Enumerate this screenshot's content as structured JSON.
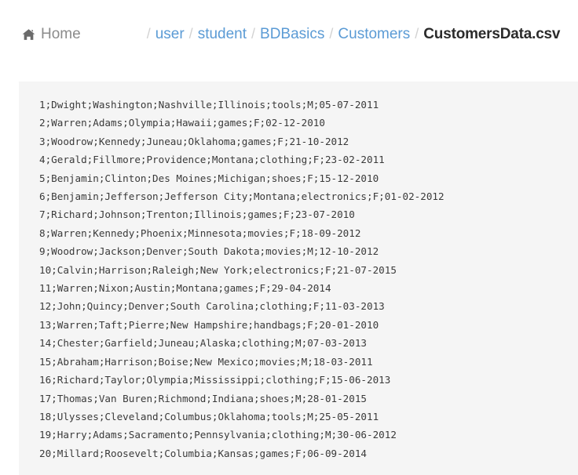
{
  "breadcrumb": {
    "home_icon": "home-icon",
    "home_label": "Home",
    "separator": "/",
    "items": [
      {
        "label": "user",
        "current": false
      },
      {
        "label": "student",
        "current": false
      },
      {
        "label": "BDBasics",
        "current": false
      },
      {
        "label": "Customers",
        "current": false
      },
      {
        "label": "CustomersData.csv",
        "current": true
      }
    ],
    "link_color": "#5b9bd5",
    "current_color": "#2b2b2b",
    "separator_color": "#d2d2d2"
  },
  "file_view": {
    "background_color": "#f5f5f5",
    "text_color": "#3a3a3a",
    "delimiter": ";",
    "lines": [
      "1;Dwight;Washington;Nashville;Illinois;tools;M;05-07-2011",
      "2;Warren;Adams;Olympia;Hawaii;games;F;02-12-2010",
      "3;Woodrow;Kennedy;Juneau;Oklahoma;games;F;21-10-2012",
      "4;Gerald;Fillmore;Providence;Montana;clothing;F;23-02-2011",
      "5;Benjamin;Clinton;Des Moines;Michigan;shoes;F;15-12-2010",
      "6;Benjamin;Jefferson;Jefferson City;Montana;electronics;F;01-02-2012",
      "7;Richard;Johnson;Trenton;Illinois;games;F;23-07-2010",
      "8;Warren;Kennedy;Phoenix;Minnesota;movies;F;18-09-2012",
      "9;Woodrow;Jackson;Denver;South Dakota;movies;M;12-10-2012",
      "10;Calvin;Harrison;Raleigh;New York;electronics;F;21-07-2015",
      "11;Warren;Nixon;Austin;Montana;games;F;29-04-2014",
      "12;John;Quincy;Denver;South Carolina;clothing;F;11-03-2013",
      "13;Warren;Taft;Pierre;New Hampshire;handbags;F;20-01-2010",
      "14;Chester;Garfield;Juneau;Alaska;clothing;M;07-03-2013",
      "15;Abraham;Harrison;Boise;New Mexico;movies;M;18-03-2011",
      "16;Richard;Taylor;Olympia;Mississippi;clothing;F;15-06-2013",
      "17;Thomas;Van Buren;Richmond;Indiana;shoes;M;28-01-2015",
      "18;Ulysses;Cleveland;Columbus;Oklahoma;tools;M;25-05-2011",
      "19;Harry;Adams;Sacramento;Pennsylvania;clothing;M;30-06-2012",
      "20;Millard;Roosevelt;Columbia;Kansas;games;F;06-09-2014"
    ]
  }
}
